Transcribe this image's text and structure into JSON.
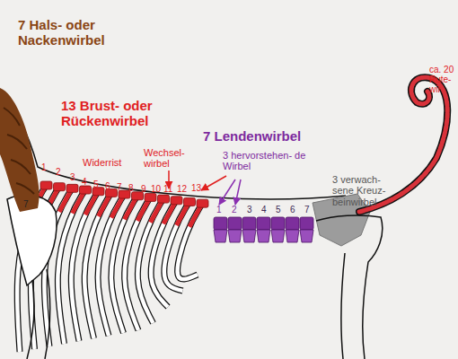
{
  "diagram": {
    "labels": [
      "7 Hals- oder Nackenwirbel",
      "13 Brust- oder Rückenwirbel",
      "Widerrist",
      "Wechsel- wirbel",
      "7 Lendenwirbel",
      "3 hervorstehen- de Wirbel",
      "ca. 20 Rute- wir",
      "3 verwach- sene Kreuz- beinwirbel",
      "1",
      "2",
      "3",
      "4",
      "5",
      "6",
      "7",
      "8",
      "9",
      "10",
      "11",
      "12",
      "13",
      "1",
      "2",
      "3",
      "4",
      "5",
      "6",
      "7",
      "7"
    ]
  }
}
